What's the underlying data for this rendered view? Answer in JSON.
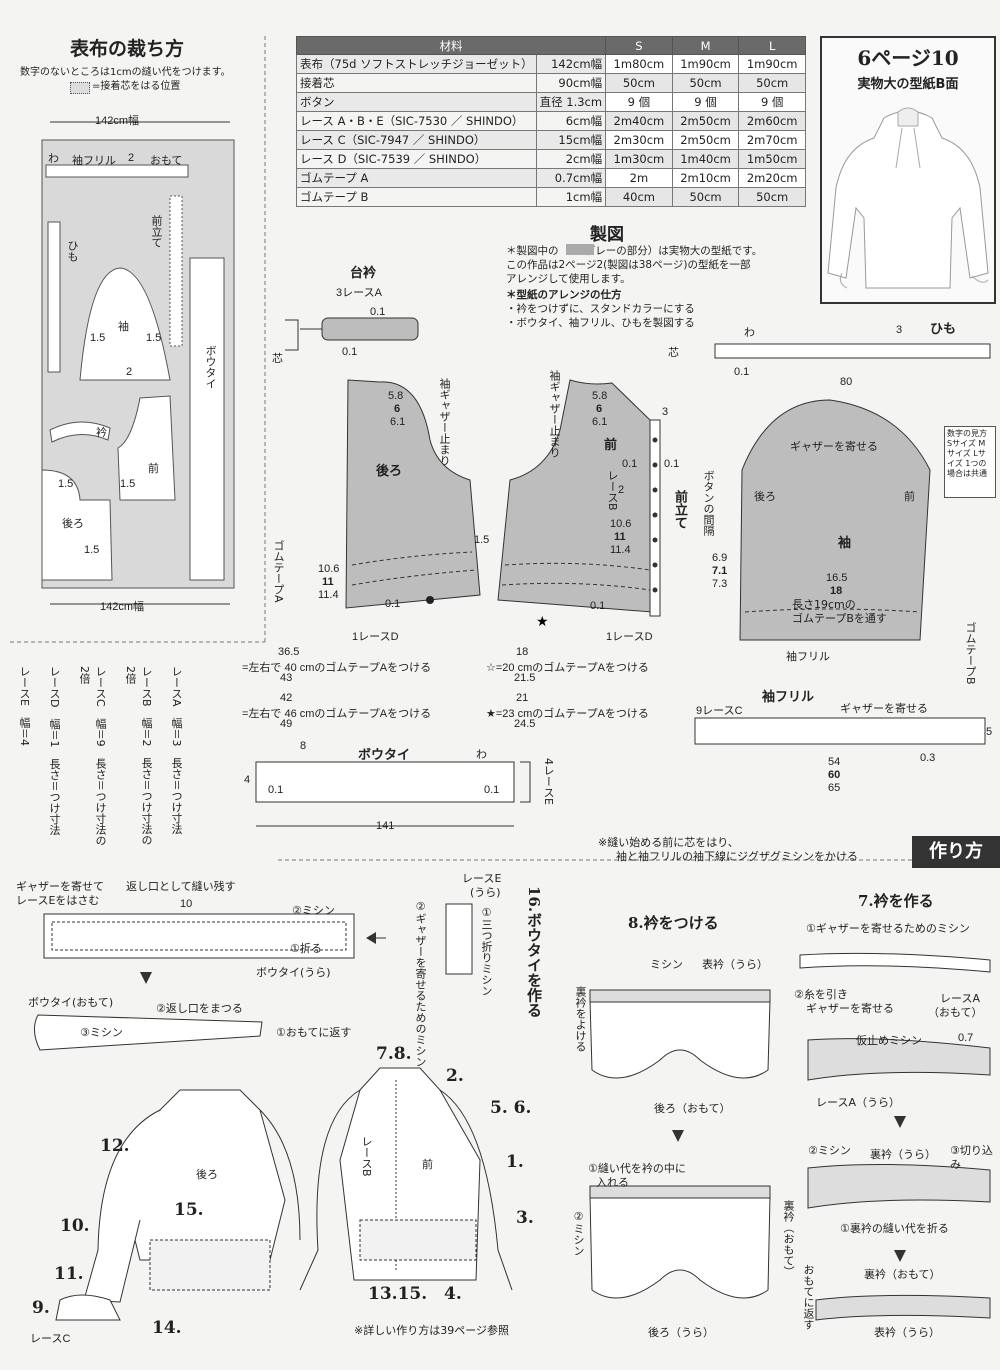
{
  "cutting": {
    "title": "表布の裁ち方",
    "note1": "数字のないところは1cmの縫い代をつけます。",
    "note2": "=接着芯をはる位置",
    "width_top": "142cm幅",
    "width_bottom": "142cm幅",
    "wa": "わ",
    "pieces": [
      "袖フリル",
      "おもて",
      "ひも",
      "前立て",
      "袖",
      "ボウタイ",
      "衿",
      "前",
      "後ろ"
    ],
    "seam_marks": [
      "2",
      "1.5",
      "1.5",
      "2",
      "1.5",
      "1.5",
      "1.5"
    ]
  },
  "materials": {
    "headers": [
      "材料",
      "S",
      "M",
      "L"
    ],
    "rows": [
      {
        "name": "表布（75d ソフトストレッチジョーゼット）",
        "spec": "142cm幅",
        "s": "1m80cm",
        "m": "1m90cm",
        "l": "1m90cm"
      },
      {
        "name": "接着芯",
        "spec": "90cm幅",
        "s": "50cm",
        "m": "50cm",
        "l": "50cm"
      },
      {
        "name": "ボタン",
        "spec": "直径 1.3cm",
        "s": "9 個",
        "m": "9 個",
        "l": "9 個"
      },
      {
        "name": "レース A・B・E（SIC-7530 ／ SHINDO）",
        "spec": "6cm幅",
        "s": "2m40cm",
        "m": "2m50cm",
        "l": "2m60cm"
      },
      {
        "name": "レース C（SIC-7947 ／ SHINDO）",
        "spec": "15cm幅",
        "s": "2m30cm",
        "m": "2m50cm",
        "l": "2m70cm"
      },
      {
        "name": "レース D（SIC-7539 ／ SHINDO）",
        "spec": "2cm幅",
        "s": "1m30cm",
        "m": "1m40cm",
        "l": "1m50cm"
      },
      {
        "name": "ゴムテープ A",
        "spec": "0.7cm幅",
        "s": "2m",
        "m": "2m10cm",
        "l": "2m20cm"
      },
      {
        "name": "ゴムテープ B",
        "spec": "1cm幅",
        "s": "40cm",
        "m": "50cm",
        "l": "50cm"
      }
    ]
  },
  "pattern_box": {
    "title": "6ページ10",
    "subtitle": "実物大の型紙B面"
  },
  "drafting": {
    "title": "製図",
    "note1": "＊製図中の　　（グレーの部分）は実物大の型紙です。",
    "note2": "この作品は2ページ2(製図は38ページ)の型紙を一部",
    "note3": "アレンジして使用します。",
    "note4": "＊型紙のアレンジの仕方",
    "note5": "・衿をつけずに、スタンドカラーにする",
    "note6": "・ボウタイ、袖フリル、ひもを製図する",
    "daieri": "台衿",
    "back": "後ろ",
    "front": "前",
    "sleeve": "袖",
    "himo": "ひも",
    "maetate": "前立て",
    "gather_stop": "袖ギャザー止まり",
    "gather": "ギャザーを寄せる",
    "button_space": "ボタンの間隔",
    "sleeve_note1": "長さ19cmの",
    "sleeve_note2": "ゴムテープBを通す",
    "sode_frill": "袖フリル",
    "bowtie": "ボウタイ",
    "lace_a3": "3レースA",
    "lace_d": "1レースD",
    "lace_b": "レースB",
    "lace_c9": "9レースC",
    "lace_e4": "4レースE",
    "gomu_a": "ゴムテープA",
    "gomu_b": "ゴムテープB",
    "shin": "芯",
    "wa": "わ",
    "size_note": "数字の見方 Sサイズ Mサイズ Lサイズ 1つの場合は共通",
    "dims": {
      "d01": "0.1",
      "d58": "5.8",
      "d6": "6",
      "d61": "6.1",
      "d106": "10.6",
      "d11": "11",
      "d114": "11.4",
      "d15": "1.5",
      "d3": "3",
      "d2": "2",
      "d69": "6.9",
      "d71": "7.1",
      "d73": "7.3",
      "d165": "16.5",
      "d18": "18",
      "d80": "80",
      "d03": "0.3",
      "d54": "54",
      "d60": "60",
      "d65": "65",
      "d141": "141",
      "d8": "8",
      "d4": "4",
      "d5": "5"
    },
    "gomu_notes": {
      "g1a": "36.5",
      "g1b": "=左右で 40 cmのゴムテープAをつける",
      "g1c": "43",
      "g2a": "18",
      "g2b": "☆=20 cmのゴムテープAをつける",
      "g2c": "21.5",
      "g3a": "42",
      "g3b": "=左右で 46 cmのゴムテープAをつける",
      "g3c": "49",
      "g4a": "21",
      "g4b": "★=23 cmのゴムテープAをつける",
      "g4c": "24.5"
    }
  },
  "lace_list": [
    {
      "name": "レースA",
      "width": "幅＝3",
      "length": "長さ＝つけ寸法"
    },
    {
      "name": "レースB",
      "width": "幅＝2",
      "length": "長さ＝つけ寸法の2倍"
    },
    {
      "name": "レースC",
      "width": "幅＝9",
      "length": "長さ＝つけ寸法の2倍"
    },
    {
      "name": "レースD",
      "width": "幅＝1",
      "length": "長さ＝つけ寸法"
    },
    {
      "name": "レースE",
      "width": "幅＝4",
      "length": ""
    }
  ],
  "howto": {
    "title": "作り方",
    "pre_note1": "※縫い始める前に芯をはり、",
    "pre_note2": "袖と袖フリルの袖下線にジグザグミシンをかける",
    "step16": "16.ボウタイを作る",
    "s16": {
      "a": "ギャザーを寄せて",
      "b": "レースEをはさむ",
      "c": "返し口として縫い残す",
      "d": "②ミシン",
      "e": "①折る",
      "f": "ボウタイ(うら)",
      "g": "ボウタイ(おもて)",
      "h": "②返し口をまつる",
      "i": "③ミシン",
      "j": "①おもてに返す",
      "k": "レースE",
      "l": "(うら)",
      "m": "①三つ折りミシン",
      "n": "②ギャザーを寄せるためのミシン",
      "o": "10"
    },
    "step8": "8.衿をつける",
    "s8": {
      "a": "ミシン",
      "b": "表衿（うら）",
      "c": "裏衿をよける",
      "d": "後ろ（おもて）",
      "e": "①縫い代を衿の中に",
      "f": "入れる",
      "g": "②ミシン",
      "h": "裏衿（おもて）",
      "i": "後ろ（うら）"
    },
    "step7": "7.衿を作る",
    "s7": {
      "a": "①ギャザーを寄せるためのミシン",
      "b": "②糸を引き",
      "c": "ギャザーを寄せる",
      "d": "レースA",
      "e": "（おもて）",
      "f": "仮止めミシン",
      "g": "0.7",
      "h": "レースA（うら）",
      "i": "②ミシン",
      "j": "裏衿（うら）",
      "k": "③切り込み",
      "l": "①裏衿の縫い代を折る",
      "m": "裏衿（おもて）",
      "n": "おもてに返す",
      "o": "表衿（うら）"
    },
    "assembly": {
      "n78": "7.8.",
      "n2": "2.",
      "n56": "5. 6.",
      "n1": "1.",
      "n3": "3.",
      "n12": "12.",
      "n15": "15.",
      "n10": "10.",
      "n11": "11.",
      "n9": "9.",
      "n14": "14.",
      "n1315": "13.15.",
      "n4": "4.",
      "back": "後ろ",
      "front": "前",
      "laceb": "レースB",
      "lacec": "レースC",
      "ref": "※詳しい作り方は39ページ参照"
    }
  }
}
